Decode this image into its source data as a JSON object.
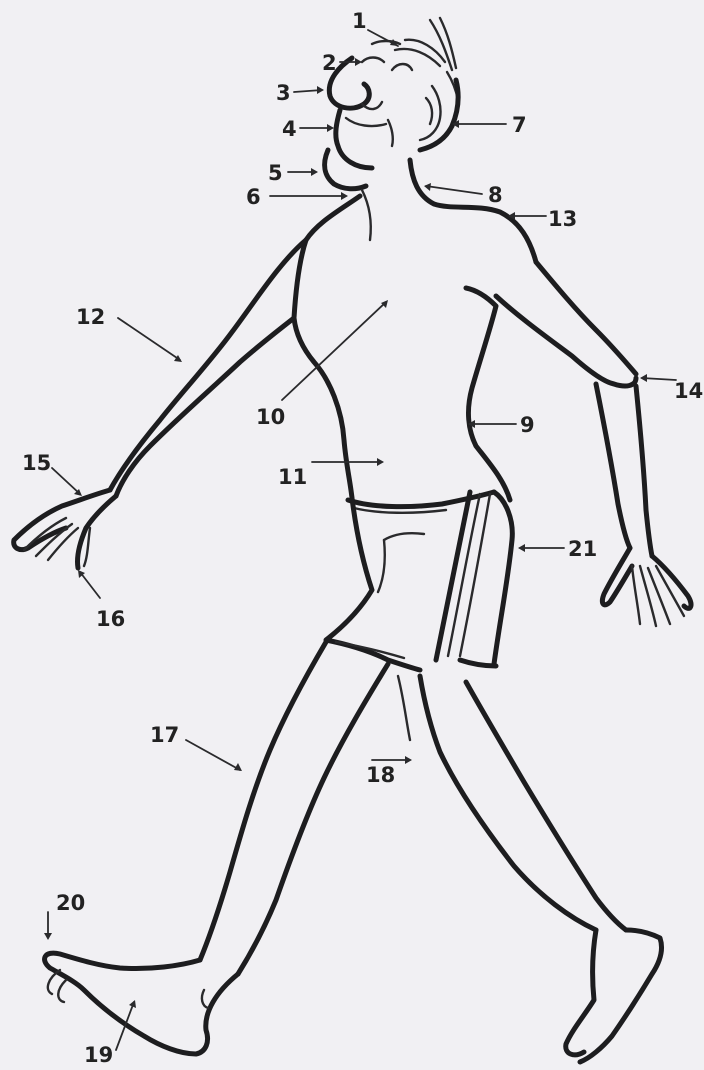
{
  "diagram": {
    "labels": [
      {
        "id": "1",
        "text": "1"
      },
      {
        "id": "2",
        "text": "2"
      },
      {
        "id": "3",
        "text": "3"
      },
      {
        "id": "4",
        "text": "4"
      },
      {
        "id": "5",
        "text": "5"
      },
      {
        "id": "6",
        "text": "6"
      },
      {
        "id": "7",
        "text": "7"
      },
      {
        "id": "8",
        "text": "8"
      },
      {
        "id": "9",
        "text": "9"
      },
      {
        "id": "10",
        "text": "10"
      },
      {
        "id": "11",
        "text": "11"
      },
      {
        "id": "12",
        "text": "12"
      },
      {
        "id": "13",
        "text": "13"
      },
      {
        "id": "14",
        "text": "14"
      },
      {
        "id": "15",
        "text": "15"
      },
      {
        "id": "16",
        "text": "16"
      },
      {
        "id": "17",
        "text": "17"
      },
      {
        "id": "18",
        "text": "18"
      },
      {
        "id": "19",
        "text": "19"
      },
      {
        "id": "20",
        "text": "20"
      },
      {
        "id": "21",
        "text": "21"
      }
    ],
    "colors": {
      "ink": "#1d1d1f",
      "paper": "#f1f0f3"
    }
  }
}
